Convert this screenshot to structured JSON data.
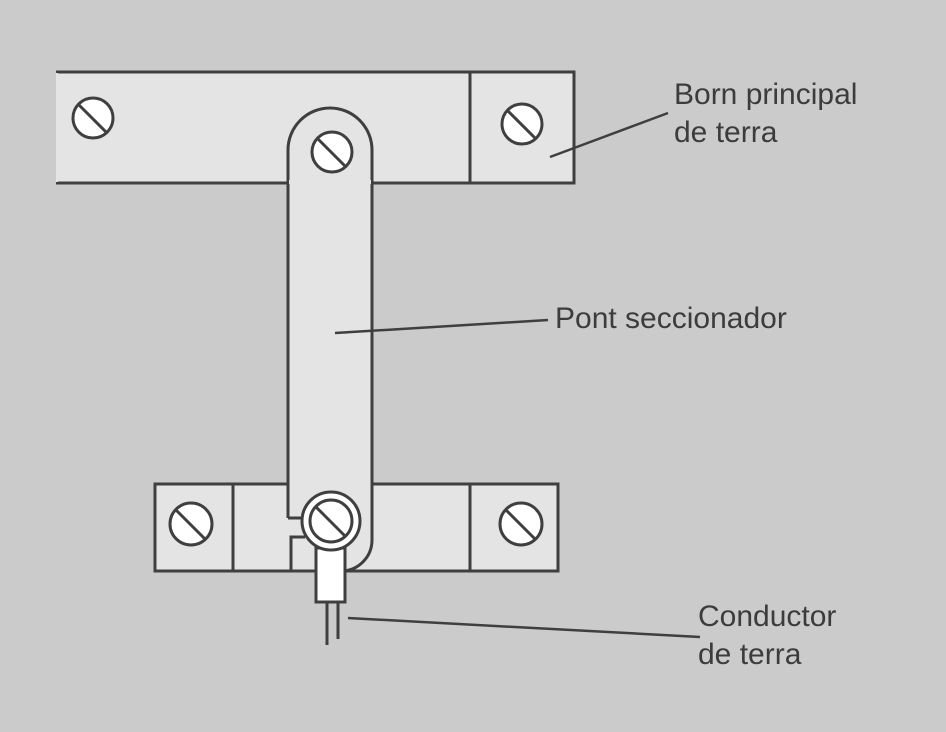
{
  "labels": {
    "main_terminal_line1": "Born principal",
    "main_terminal_line2": "de terra",
    "bridge": "Pont seccionador",
    "conductor_line1": "Conductor",
    "conductor_line2": "de terra"
  },
  "colors": {
    "background": "#cbcbcb",
    "part_fill": "#e4e4e4",
    "stroke": "#3f3f3f",
    "screw_fill": "#ffffff"
  }
}
